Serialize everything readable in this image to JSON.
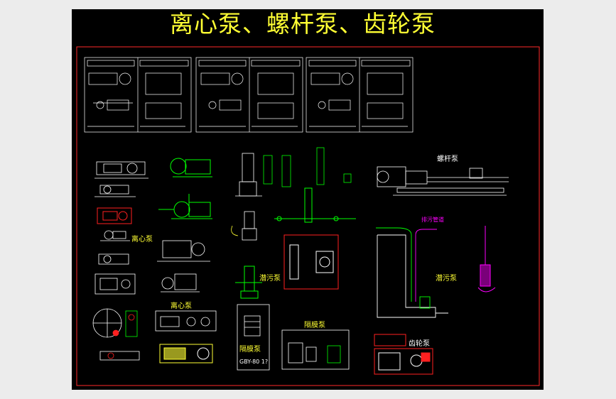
{
  "title": "离心泵、螺杆泵、齿轮泵",
  "labels": {
    "screw_pump": "螺杆泵",
    "centrifugal_a": "离心泵",
    "centrifugal_b": "离心泵",
    "sewage_a": "潜污泵",
    "sewage_b": "潜污泵",
    "diaphragm_a": "隔膜泵",
    "diaphragm_b": "隔膜泵",
    "gear_pump": "齿轮泵",
    "model": "GBY-80 1?",
    "outlet_pipe": "排污管道"
  },
  "colors": {
    "background": "#000000",
    "frame": "#ff2a2a",
    "title": "#ffff33",
    "lines": "#ffffff",
    "pumps": "#00ff00",
    "alert": "#ff0000",
    "accent": "#ff00ff"
  }
}
